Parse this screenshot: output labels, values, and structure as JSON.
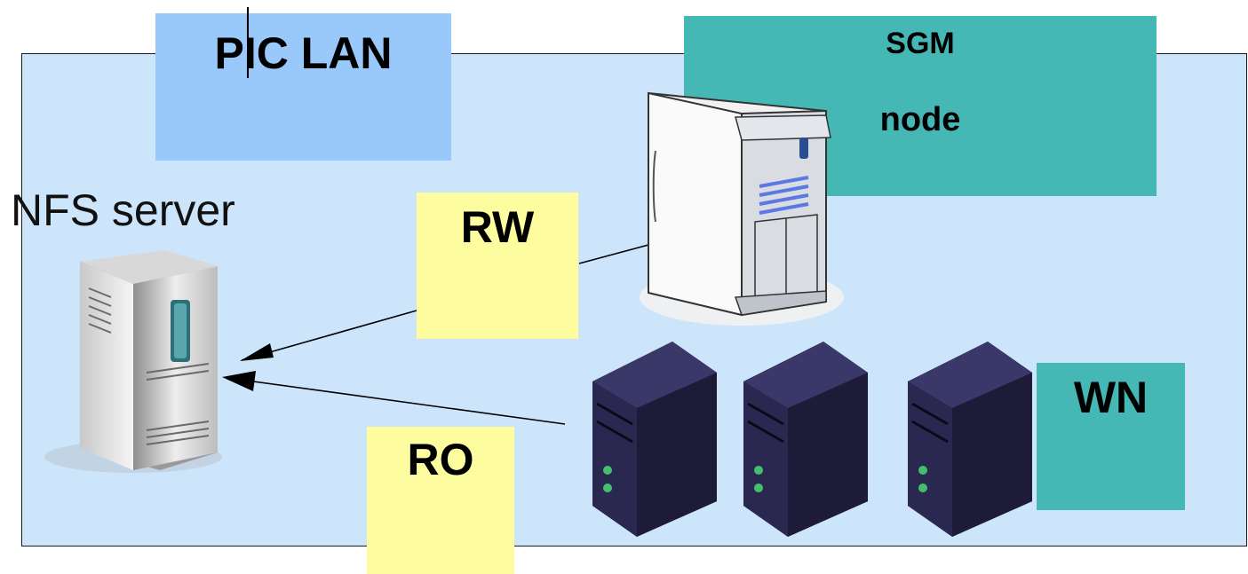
{
  "diagram": {
    "lan_label": "PIC LAN",
    "nfs_server_label": "NFS server",
    "sgm_title": "SGM",
    "sgm_subtitle": "node",
    "rw_label": "RW",
    "ro_label": "RO",
    "wn_label": "WN"
  },
  "icons": {
    "nfs_server": "server-tower-icon",
    "sgm_node": "server-tower-icon",
    "worker_nodes": [
      "dark-server-icon",
      "dark-server-icon",
      "dark-server-icon"
    ]
  },
  "colors": {
    "lan_background": "#cce5fb",
    "lan_label_background": "#99c9fb",
    "note_yellow": "#fdfda0",
    "teal": "#45b7b5",
    "dark_server": "#1d1b38"
  }
}
